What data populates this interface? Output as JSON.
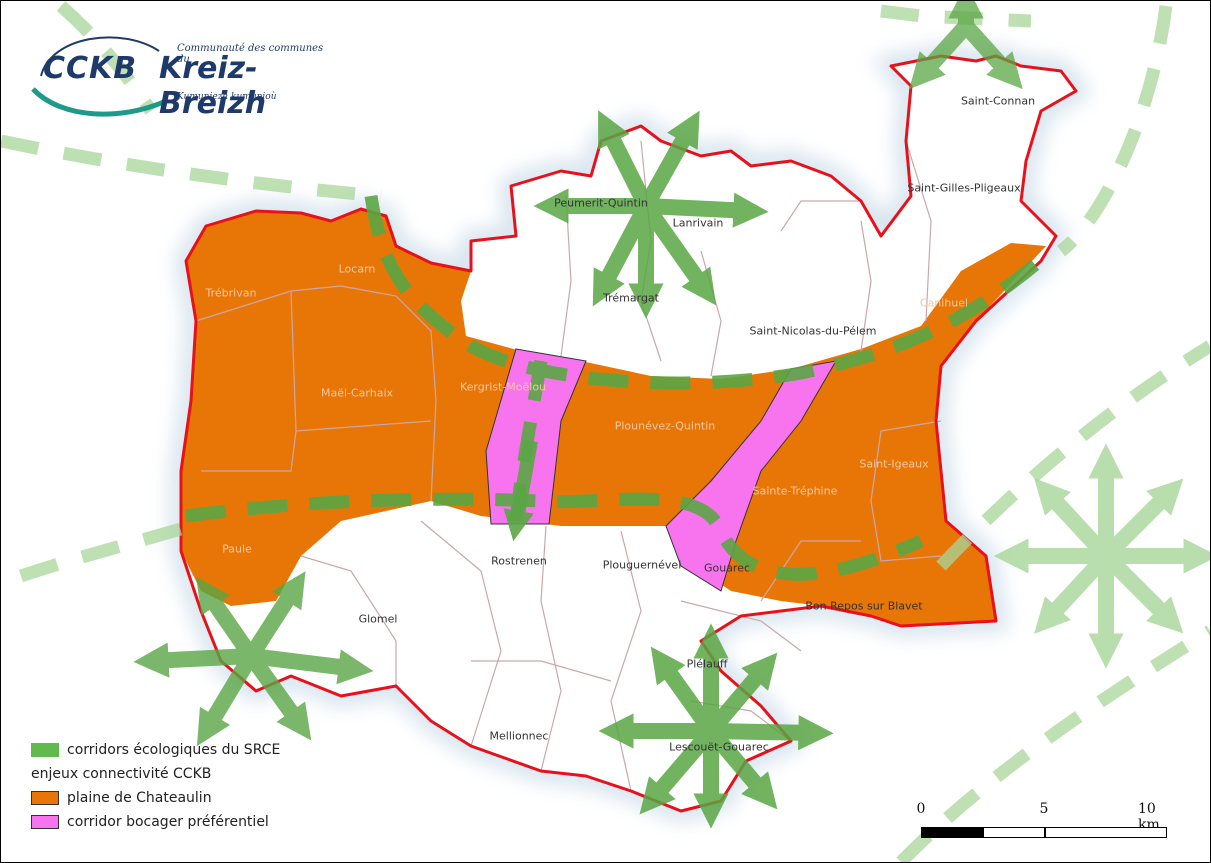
{
  "logo": {
    "acronym": "CCKB",
    "tagline": "Communauté des communes du",
    "name": "Kreiz-Breizh",
    "subtitle": "Kumuniezh kumunioù"
  },
  "legend": {
    "corridors": "corridors écologiques du SRCE",
    "heading": "enjeux connectivité CCKB",
    "plaine": "plaine de Chateaulin",
    "bocager": "corridor bocager préférentiel",
    "colors": {
      "corridors": "#62b94d",
      "plaine": "#e87607",
      "bocager": "#f774ee"
    }
  },
  "scale": {
    "labels": [
      "0",
      "5",
      "10 km"
    ]
  },
  "communes": [
    {
      "name": "Saint-Connan",
      "onOrange": false
    },
    {
      "name": "Saint-Gilles-Pligeaux",
      "onOrange": false
    },
    {
      "name": "Peumerit-Quintin",
      "onOrange": false
    },
    {
      "name": "Lanrivain",
      "onOrange": false
    },
    {
      "name": "Trémargat",
      "onOrange": false
    },
    {
      "name": "Locarn",
      "onOrange": true
    },
    {
      "name": "Canihuel",
      "onOrange": true
    },
    {
      "name": "Saint-Nicolas-du-Pélem",
      "onOrange": false
    },
    {
      "name": "Trébrivan",
      "onOrange": true
    },
    {
      "name": "Maël-Carhaix",
      "onOrange": true
    },
    {
      "name": "Kergrist-Moëlou",
      "onOrange": true
    },
    {
      "name": "Plounévez-Quintin",
      "onOrange": true
    },
    {
      "name": "Saint-Igeaux",
      "onOrange": true
    },
    {
      "name": "Sainte-Tréphine",
      "onOrange": true
    },
    {
      "name": "Paule",
      "onOrange": true
    },
    {
      "name": "Rostrenen",
      "onOrange": false
    },
    {
      "name": "Plouguernével",
      "onOrange": false
    },
    {
      "name": "Gouarec",
      "onOrange": false
    },
    {
      "name": "Bon Repos sur Blavet",
      "onOrange": false
    },
    {
      "name": "Glomel",
      "onOrange": false
    },
    {
      "name": "Plélauff",
      "onOrange": false
    },
    {
      "name": "Mellionnec",
      "onOrange": false
    },
    {
      "name": "Lescouët-Gouarec",
      "onOrange": false
    }
  ]
}
